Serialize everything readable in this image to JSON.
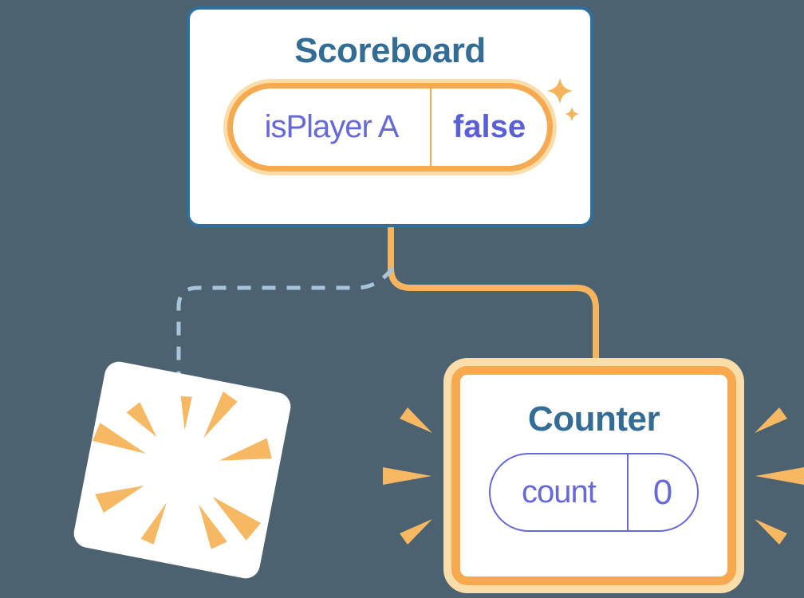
{
  "scoreboard": {
    "title": "Scoreboard",
    "state_key": "isPlayer A",
    "state_value": "false"
  },
  "counter": {
    "title": "Counter",
    "state_key": "count",
    "state_value": "0"
  },
  "icons": {
    "sparkles": "sparkles-icon",
    "poof_burst": "poof-burst-icon",
    "emphasis_marks": "emphasis-marks-icon"
  },
  "colors": {
    "background": "#4C6270",
    "card_background": "#FFFFFF",
    "card_border_blue": "#2E6F9E",
    "component_title": "#336D96",
    "state_border_orange": "#F6A94F",
    "state_halo_orange": "#FBDDAA",
    "connector_orange": "#F6B45C",
    "burst_orange": "#F6B863",
    "dashed_connector_blue": "#A8C4DA",
    "state_text_purple": "#6569DA",
    "state_value_purple": "#5A5ED8"
  }
}
